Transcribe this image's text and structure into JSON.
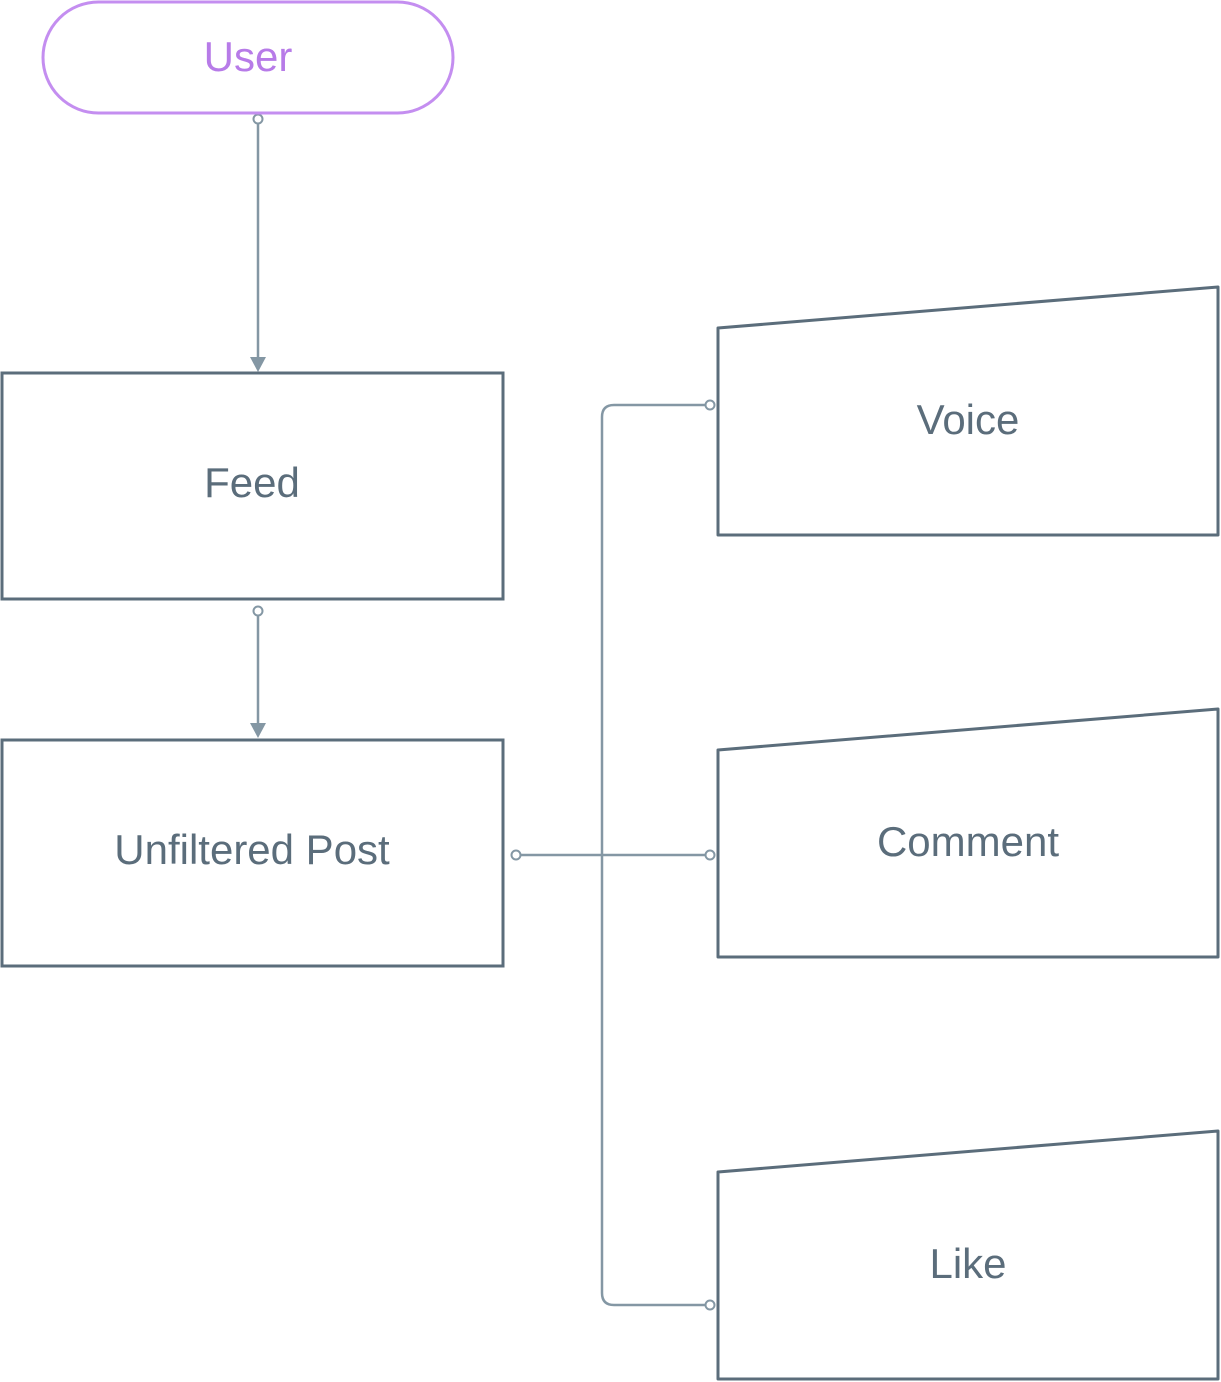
{
  "diagram": {
    "nodes": {
      "user": {
        "label": "User",
        "shape": "terminal",
        "color": "#b77be8"
      },
      "feed": {
        "label": "Feed",
        "shape": "process"
      },
      "unfiltered_post": {
        "label": "Unfiltered Post",
        "shape": "process"
      },
      "voice": {
        "label": "Voice",
        "shape": "manual-input"
      },
      "comment": {
        "label": "Comment",
        "shape": "manual-input"
      },
      "like": {
        "label": "Like",
        "shape": "manual-input"
      }
    },
    "edges": [
      {
        "from": "user",
        "to": "feed"
      },
      {
        "from": "feed",
        "to": "unfiltered_post"
      },
      {
        "from": "unfiltered_post",
        "to": "voice"
      },
      {
        "from": "unfiltered_post",
        "to": "comment"
      },
      {
        "from": "unfiltered_post",
        "to": "like"
      }
    ],
    "colors": {
      "stroke": "#5b6d7b",
      "connector": "#8497a4",
      "text": "#5b6d7b",
      "terminal": "#c48ef0"
    }
  }
}
